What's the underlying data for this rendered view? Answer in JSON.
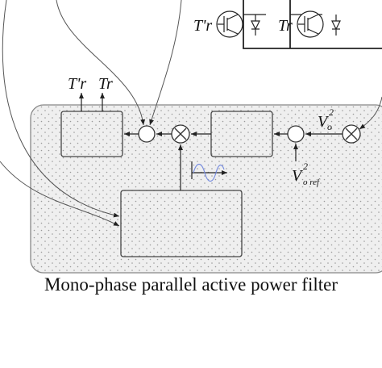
{
  "labels": {
    "t_prime_top": "T'r",
    "t_r_top": "Tr",
    "t_prime_out": "T'r",
    "t_r_out": "Tr",
    "vo2": "V",
    "vo2_sup": "2",
    "vo2_sub": "o",
    "voref": "V",
    "voref_sup": "2",
    "voref_sub": "o ref"
  },
  "caption": "Mono-phase parallel active power filter",
  "colors": {
    "panel_fill": "#eeeeee",
    "panel_stroke": "#888888",
    "line": "#222222",
    "wave": "#7a8fe0"
  }
}
